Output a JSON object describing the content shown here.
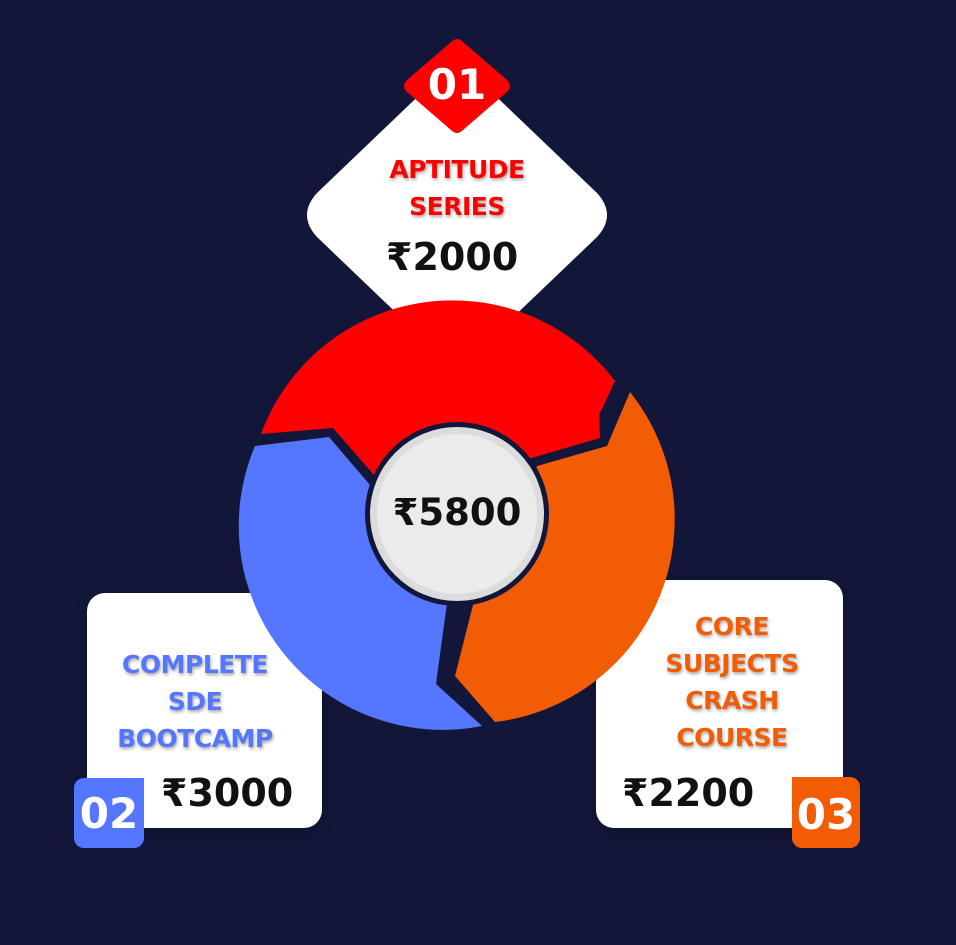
{
  "center": {
    "total_price": "₹5800"
  },
  "items": [
    {
      "number": "01",
      "label_lines": [
        "APTITUDE",
        "SERIES"
      ],
      "price": "₹2000",
      "color": "#ff0000"
    },
    {
      "number": "02",
      "label_lines": [
        "COMPLETE",
        "SDE",
        "BOOTCAMP"
      ],
      "price": "₹3000",
      "color": "#5577ff"
    },
    {
      "number": "03",
      "label_lines": [
        "CORE",
        "SUBJECTS",
        "CRASH",
        "COURSE"
      ],
      "price": "₹2200",
      "color": "#f25c05"
    }
  ],
  "colors": {
    "background": "#12173a",
    "card": "#ffffff",
    "center_disc": "#dcdcdc"
  }
}
